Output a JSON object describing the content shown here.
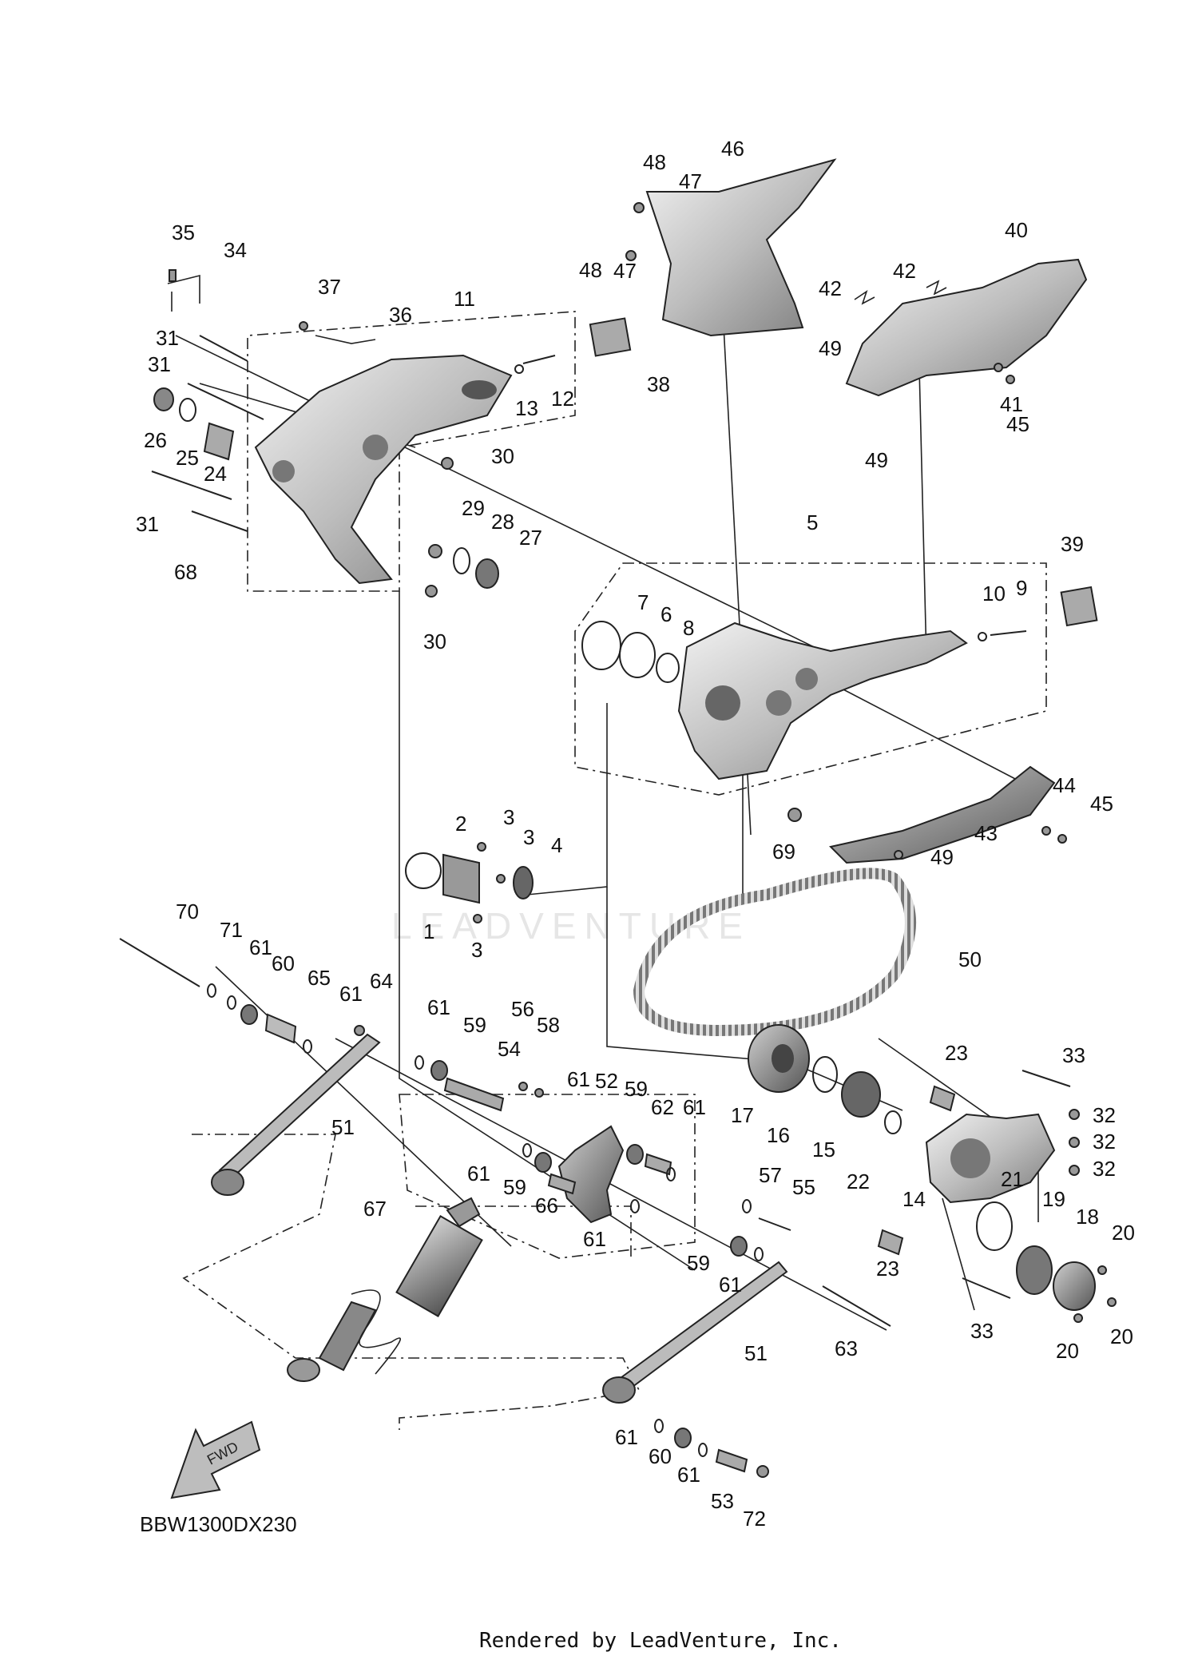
{
  "diagram": {
    "code": "BBW1300DX230",
    "footer": "Rendered by LeadVenture, Inc.",
    "watermark": "LEADVENTURE",
    "fwd_label": "FWD",
    "colors": {
      "ink": "#222222",
      "part_light": "#d6d6d6",
      "part_mid": "#a8a8a8",
      "part_dark": "#6e6e6e"
    },
    "callouts": [
      {
        "n": "35"
      },
      {
        "n": "34"
      },
      {
        "n": "37"
      },
      {
        "n": "36"
      },
      {
        "n": "11"
      },
      {
        "n": "31"
      },
      {
        "n": "31"
      },
      {
        "n": "13"
      },
      {
        "n": "12"
      },
      {
        "n": "38"
      },
      {
        "n": "48"
      },
      {
        "n": "47"
      },
      {
        "n": "46"
      },
      {
        "n": "48"
      },
      {
        "n": "47"
      },
      {
        "n": "40"
      },
      {
        "n": "42"
      },
      {
        "n": "42"
      },
      {
        "n": "49"
      },
      {
        "n": "41"
      },
      {
        "n": "45"
      },
      {
        "n": "49"
      },
      {
        "n": "26"
      },
      {
        "n": "25"
      },
      {
        "n": "24"
      },
      {
        "n": "30"
      },
      {
        "n": "31"
      },
      {
        "n": "29"
      },
      {
        "n": "28"
      },
      {
        "n": "27"
      },
      {
        "n": "68"
      },
      {
        "n": "30"
      },
      {
        "n": "5"
      },
      {
        "n": "39"
      },
      {
        "n": "10"
      },
      {
        "n": "9"
      },
      {
        "n": "7"
      },
      {
        "n": "6"
      },
      {
        "n": "8"
      },
      {
        "n": "44"
      },
      {
        "n": "45"
      },
      {
        "n": "43"
      },
      {
        "n": "49"
      },
      {
        "n": "69"
      },
      {
        "n": "2"
      },
      {
        "n": "3"
      },
      {
        "n": "3"
      },
      {
        "n": "4"
      },
      {
        "n": "1"
      },
      {
        "n": "3"
      },
      {
        "n": "50"
      },
      {
        "n": "70"
      },
      {
        "n": "71"
      },
      {
        "n": "61"
      },
      {
        "n": "60"
      },
      {
        "n": "65"
      },
      {
        "n": "61"
      },
      {
        "n": "64"
      },
      {
        "n": "61"
      },
      {
        "n": "59"
      },
      {
        "n": "56"
      },
      {
        "n": "58"
      },
      {
        "n": "54"
      },
      {
        "n": "61"
      },
      {
        "n": "52"
      },
      {
        "n": "59"
      },
      {
        "n": "62"
      },
      {
        "n": "61"
      },
      {
        "n": "51"
      },
      {
        "n": "61"
      },
      {
        "n": "59"
      },
      {
        "n": "66"
      },
      {
        "n": "61"
      },
      {
        "n": "17"
      },
      {
        "n": "16"
      },
      {
        "n": "15"
      },
      {
        "n": "22"
      },
      {
        "n": "23"
      },
      {
        "n": "33"
      },
      {
        "n": "32"
      },
      {
        "n": "32"
      },
      {
        "n": "32"
      },
      {
        "n": "14"
      },
      {
        "n": "21"
      },
      {
        "n": "19"
      },
      {
        "n": "18"
      },
      {
        "n": "20"
      },
      {
        "n": "57"
      },
      {
        "n": "55"
      },
      {
        "n": "67"
      },
      {
        "n": "59"
      },
      {
        "n": "61"
      },
      {
        "n": "23"
      },
      {
        "n": "33"
      },
      {
        "n": "20"
      },
      {
        "n": "20"
      },
      {
        "n": "63"
      },
      {
        "n": "51"
      },
      {
        "n": "61"
      },
      {
        "n": "60"
      },
      {
        "n": "61"
      },
      {
        "n": "53"
      },
      {
        "n": "72"
      }
    ]
  }
}
